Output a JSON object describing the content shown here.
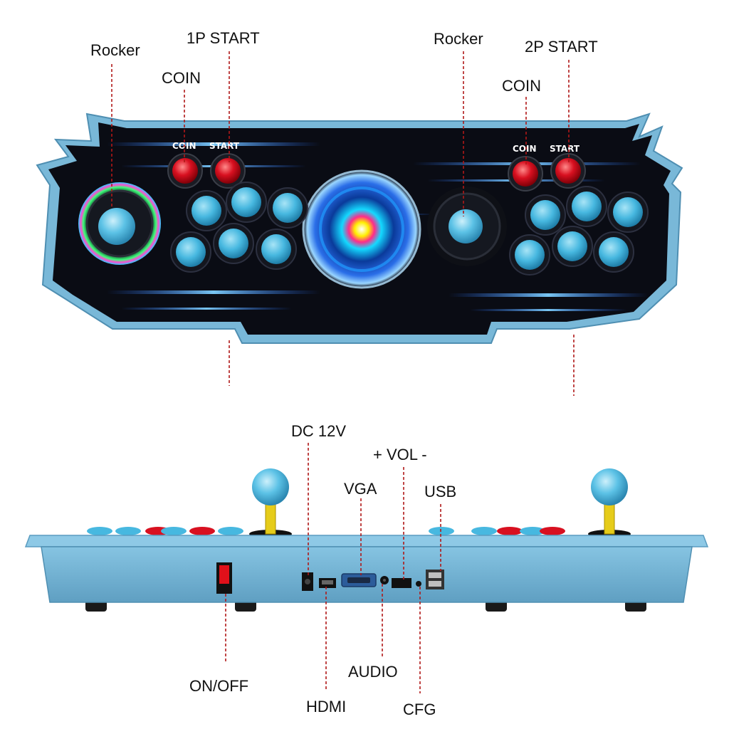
{
  "top_view": {
    "panel_labels": {
      "coin_1p": "COIN",
      "start_1p": "START",
      "coin_2p": "COIN",
      "start_2p": "START"
    },
    "callouts": {
      "rocker_1p": "Rocker",
      "start_1p": "1P START",
      "coin_1p": "COIN",
      "rocker_2p": "Rocker",
      "start_2p": "2P START",
      "coin_2p": "COIN"
    }
  },
  "rear_view": {
    "callouts": {
      "dc": "DC 12V",
      "vol": "+ VOL -",
      "vga": "VGA",
      "usb": "USB",
      "power": "ON/OFF",
      "hdmi": "HDMI",
      "audio": "AUDIO",
      "cfg": "CFG"
    }
  },
  "colors": {
    "shell_blue": "#79b8d8",
    "shell_dark": "#5a9cc0",
    "button_blue": "#47b8e0",
    "button_red": "#d81020",
    "panel_black": "#0a0c14",
    "leader_red": "#b01818"
  }
}
